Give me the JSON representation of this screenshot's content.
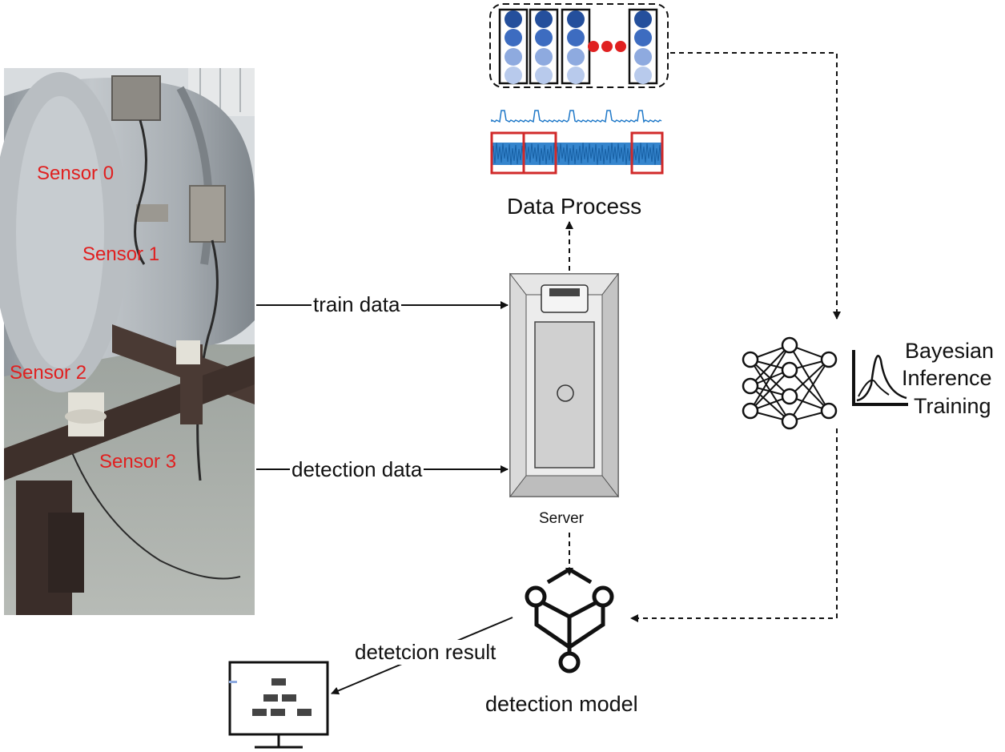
{
  "sensors": {
    "s0": "Sensor 0",
    "s1": "Sensor 1",
    "s2": "Sensor 2",
    "s3": "Sensor 3"
  },
  "flows": {
    "train": "train data",
    "detection": "detection data",
    "result": "detetcion result"
  },
  "nodes": {
    "data_process": "Data Process",
    "server": "Server",
    "bayesian_line1": "Bayesian",
    "bayesian_line2": "Inference",
    "bayesian_line3": "Training",
    "detection_model": "detection model"
  },
  "colors": {
    "dark_blue": "#244f9c",
    "mid_blue": "#3d6cc0",
    "light_blue": "#8eaadf",
    "pale_blue": "#b8caec",
    "signal_blue": "#1f78c8",
    "red": "#e02020",
    "frame_red": "#d12a2a"
  },
  "icons": {
    "neural_columns": "neural-network-columns-icon",
    "signal": "signal-waveform-icon",
    "server": "server-icon",
    "neural_net": "neural-network-icon",
    "distribution": "distribution-curve-icon",
    "model": "cube-network-icon",
    "monitor": "monitor-icon"
  }
}
